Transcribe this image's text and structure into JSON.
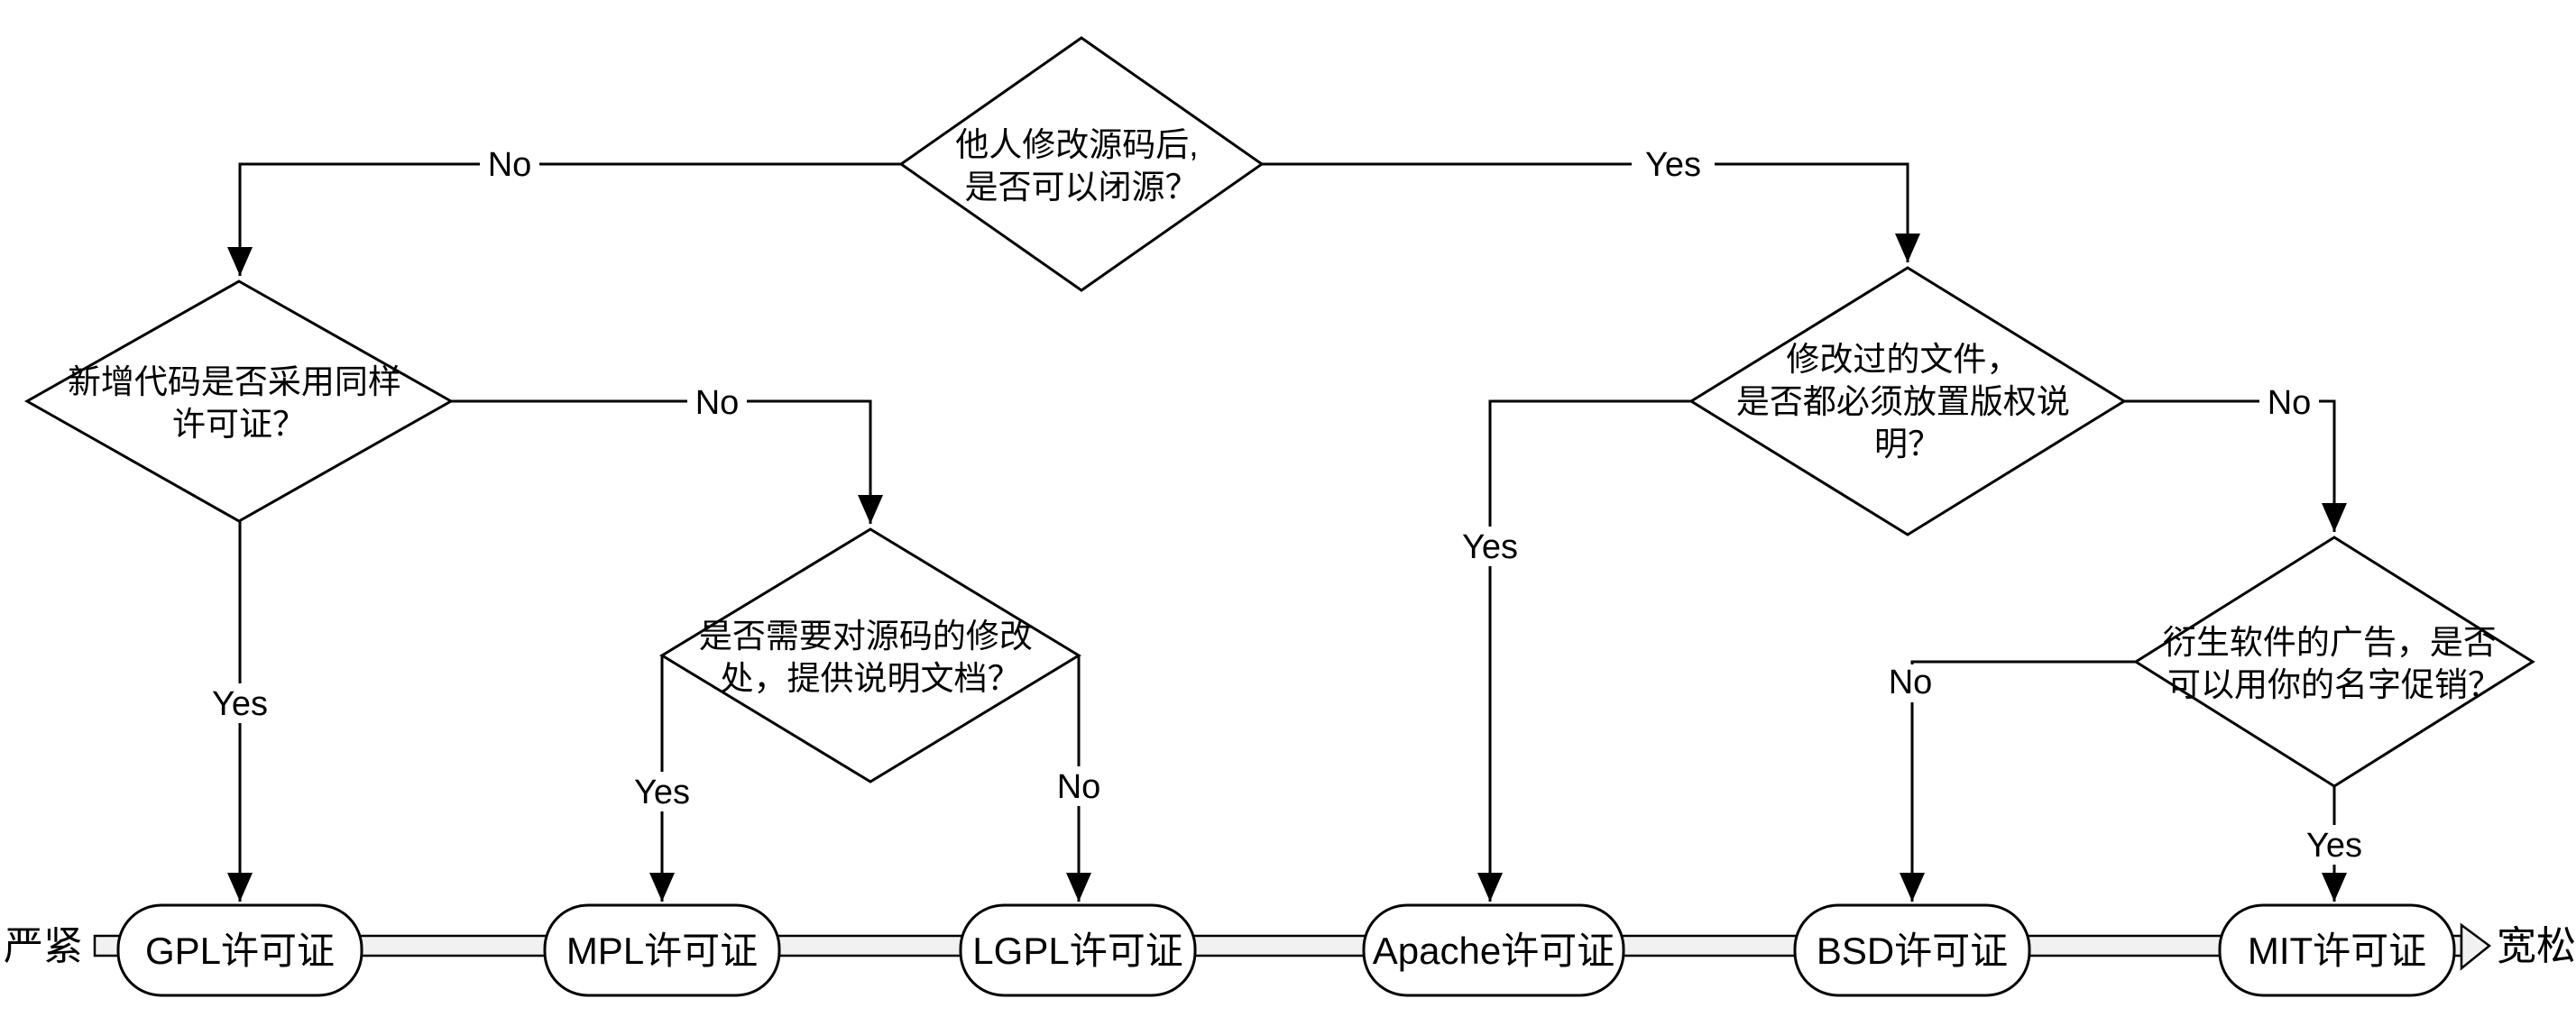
{
  "diagram": {
    "description": "open-source license decision flowchart",
    "decisions": [
      {
        "id": "close-source",
        "lines": [
          "他人修改源码后,",
          "是否可以闭源？"
        ]
      },
      {
        "id": "same-license",
        "lines": [
          "新增代码是否采用同样",
          "许可证？"
        ]
      },
      {
        "id": "doc-changes",
        "lines": [
          "是否需要对源码的修改",
          "处，提供说明文档？"
        ]
      },
      {
        "id": "copyright-notice",
        "lines": [
          "修改过的文件，",
          "是否都必须放置版权说",
          "明？"
        ]
      },
      {
        "id": "name-promo",
        "lines": [
          "衍生软件的广告，是否",
          "可以用你的名字促销？"
        ]
      }
    ],
    "licenses": [
      "GPL许可证",
      "MPL许可证",
      "LGPL许可证",
      "Apache许可证",
      "BSD许可证",
      "MIT许可证"
    ],
    "edge_labels": {
      "close_no": "No",
      "close_yes": "Yes",
      "same_no": "No",
      "same_yes": "Yes",
      "doc_yes": "Yes",
      "doc_no": "No",
      "copyright_yes": "Yes",
      "copyright_no": "No",
      "promo_no": "No",
      "promo_yes": "Yes"
    },
    "spectrum": {
      "left_label": "严紧",
      "right_label": "宽松"
    },
    "colors": {
      "stroke": "#000000",
      "node_fill": "#ffffff",
      "band_fill": "#f1f1f1"
    }
  }
}
